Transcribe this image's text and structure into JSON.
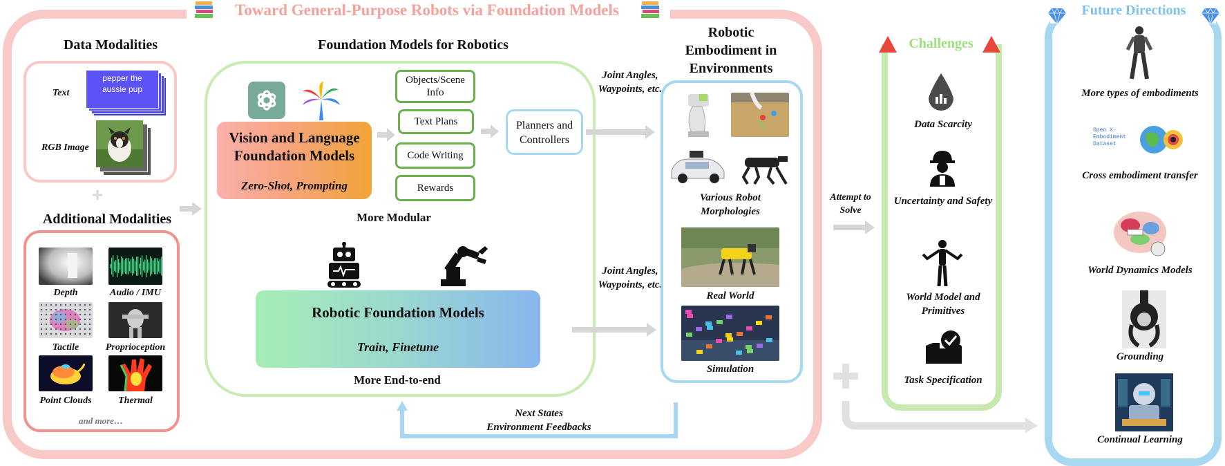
{
  "main_title": "Toward General-Purpose Robots via Foundation Models",
  "data_modalities": {
    "heading": "Data Modalities",
    "text_label": "Text",
    "text_card": "pepper the aussie pup",
    "rgb_label": "RGB Image",
    "plus": "+"
  },
  "additional_modalities": {
    "heading": "Additional Modalities",
    "items": [
      "Depth",
      "Audio / IMU",
      "Tactile",
      "Proprioception",
      "Point Clouds",
      "Thermal"
    ],
    "more": "and more…"
  },
  "foundation": {
    "heading": "Foundation Models for Robotics",
    "vlfm_title": "Vision and Language Foundation Models",
    "vlfm_subtitle": "Zero-Shot, Prompting",
    "outputs": [
      "Objects/Scene Info",
      "Text Plans",
      "Code Writing",
      "Rewards"
    ],
    "planners": "Planners and Controllers",
    "more_modular": "More Modular",
    "rfm_title": "Robotic Foundation Models",
    "rfm_subtitle": "Train, Finetune",
    "more_e2e": "More End-to-end"
  },
  "flow_labels": {
    "joint_top": "Joint Angles, Waypoints, etc.",
    "joint_bottom": "Joint Angles, Waypoints, etc.",
    "feedback_line1": "Next States",
    "feedback_line2": "Environment Feedbacks",
    "attempt": "Attempt to Solve"
  },
  "embodiment": {
    "heading": "Robotic Embodiment in Environments",
    "various": "Various Robot Morphologies",
    "real": "Real World",
    "sim": "Simulation"
  },
  "challenges": {
    "heading": "Challenges",
    "items": [
      "Data Scarcity",
      "Uncertainty and Safety",
      "World Model and Primitives",
      "Task Specification"
    ]
  },
  "future": {
    "heading": "Future Directions",
    "items": [
      "More types of embodiments",
      "Cross embodiment transfer",
      "World Dynamics Models",
      "Grounding",
      "Continual Learning"
    ],
    "oxe_text": "Open X-Embodiment Dataset"
  },
  "colors": {
    "outer_border": "#f6c1bf",
    "title_color": "#f4a9a3",
    "green": "#c7e9b0",
    "blue": "#a6d8f2",
    "challenge_green": "#9ee07e",
    "warning_red": "#e8473c",
    "arrow_gray": "#d4d4d4"
  }
}
